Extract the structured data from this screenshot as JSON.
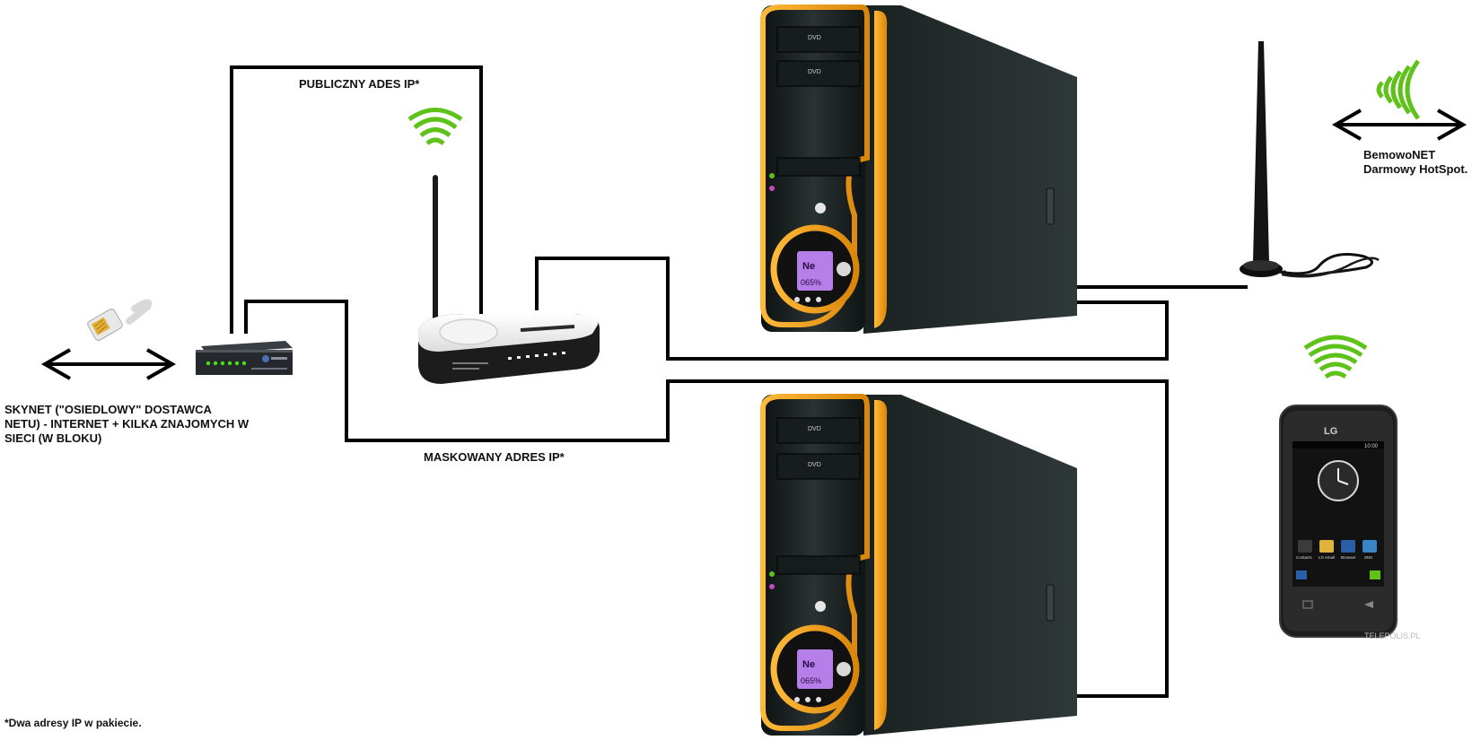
{
  "labels": {
    "isp": [
      "SKYNET (\"OSIEDLOWY\" DOSTAWCA",
      "NETU) - INTERNET + KILKA ZNAJOMYCH W",
      "SIECI  (W BLOKU)"
    ],
    "public_ip": "PUBLICZNY ADES IP*",
    "masked_ip": "MASKOWANY ADRES IP*",
    "hotspot": [
      "BemowoNET",
      "Darmowy HotSpot."
    ],
    "footnote": "*Dwa adresy IP w pakiecie."
  },
  "devices": {
    "pc_screen_text": [
      "Ne",
      "065%"
    ],
    "drive_label": "DVD",
    "phone_brand": "LG",
    "phone_time": "10:00",
    "phone_apps": [
      "Contacts",
      "LG email",
      "Browser",
      "SNS"
    ],
    "watermark": "TELEPOLIS.PL"
  },
  "colors": {
    "wire": "#000000",
    "wifi": "#5fc21a",
    "case": "#1d2524",
    "case_accent": "#f0a21c",
    "lcd": "#b57ee8"
  }
}
